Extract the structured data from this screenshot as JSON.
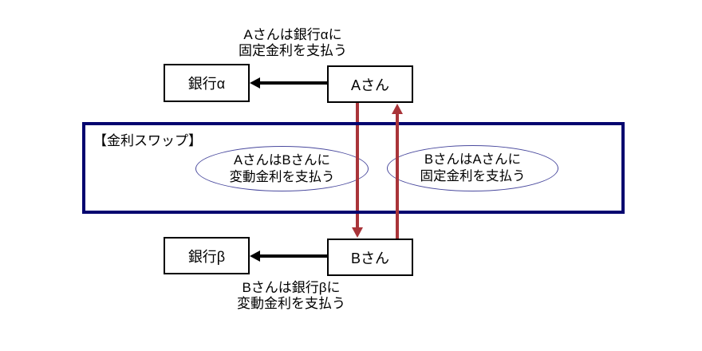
{
  "diagram": {
    "swap_box_title": "【金利スワップ】",
    "top_caption": {
      "line1": "Aさんは銀行αに",
      "line2": "固定金利を支払う"
    },
    "bottom_caption": {
      "line1": "Bさんは銀行βに",
      "line2": "変動金利を支払う"
    },
    "boxes": {
      "bank_alpha": "銀行α",
      "person_a": "Aさん",
      "bank_beta": "銀行β",
      "person_b": "Bさん"
    },
    "ellipses": {
      "left": {
        "line1": "AさんはBさんに",
        "line2": "変動金利を支払う"
      },
      "right": {
        "line1": "BさんはAさんに",
        "line2": "固定金利を支払う"
      }
    },
    "colors": {
      "navy": "#04046F",
      "ellipse_border": "#4A4A9E",
      "arrow_red": "#A93439",
      "arrow_black": "#000000"
    }
  }
}
